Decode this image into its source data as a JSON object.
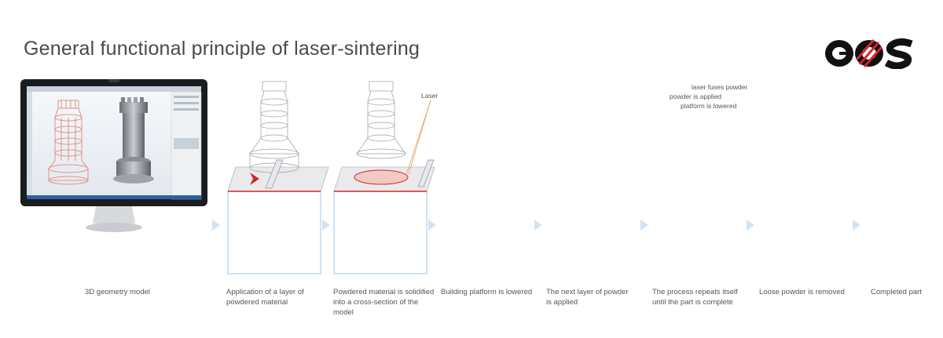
{
  "title": "General functional principle of laser-sintering",
  "logo_text": "eos",
  "captions": {
    "s0": "3D geometry model",
    "s1_l1": "Application of a layer of",
    "s1_l2": "powdered material",
    "s2_l1": "Powdered material is solidified",
    "s2_l2": "into a cross-section of the model",
    "s3": "Building platform is lowered",
    "s4_l1": "The next layer of powder",
    "s4_l2": "is applied",
    "s5_l1": "The process repeats itself",
    "s5_l2": "until the part is complete",
    "s6": "Loose powder is removed",
    "s7": "Completed part"
  },
  "annotations": {
    "laser": "Laser",
    "cycle_1": "laser fuses powder",
    "cycle_2": "powder is applied",
    "cycle_3": "platform is lowered"
  },
  "colors": {
    "accent_red": "#d8232a",
    "wire_blue": "#9ec8e6",
    "tower_grey": "#8a8f96",
    "arrow_blue": "#cfe3f3"
  }
}
